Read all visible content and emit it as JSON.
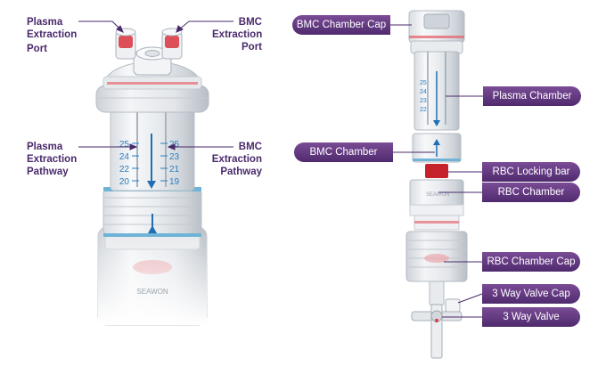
{
  "left_labels": {
    "plasma_extraction_port": [
      "Plasma",
      "Extraction",
      "Port"
    ],
    "bmc_extraction_port": [
      "BMC",
      "Extraction",
      "Port"
    ],
    "plasma_extraction_pathway": [
      "Plasma",
      "Extraction",
      "Pathway"
    ],
    "bmc_extraction_pathway": [
      "BMC",
      "Extraction",
      "Pathway"
    ]
  },
  "right_tags": {
    "bmc_chamber_cap": "BMC Chamber Cap",
    "plasma_chamber": "Plasma Chamber",
    "bmc_chamber": "BMC Chamber",
    "rbc_locking_bar": "RBC Locking bar",
    "rbc_chamber": "RBC Chamber",
    "rbc_chamber_cap": "RBC Chamber Cap",
    "three_way_valve_cap": "3 Way Valve Cap",
    "three_way_valve": "3 Way Valve"
  },
  "device_marks": {
    "left_scale": [
      "25",
      "24",
      "22",
      "20"
    ],
    "right_scale": [
      "25",
      "23",
      "21",
      "19"
    ],
    "upper_scale": [
      "25",
      "24",
      "23",
      "22"
    ],
    "brand": "SEAWON"
  },
  "colors": {
    "tag_top": "#7a4c96",
    "tag_bottom": "#4f2a6e",
    "label_text": "#4a2a6b",
    "accent_red": "#d8323c",
    "accent_blue": "#2a7fc0"
  }
}
